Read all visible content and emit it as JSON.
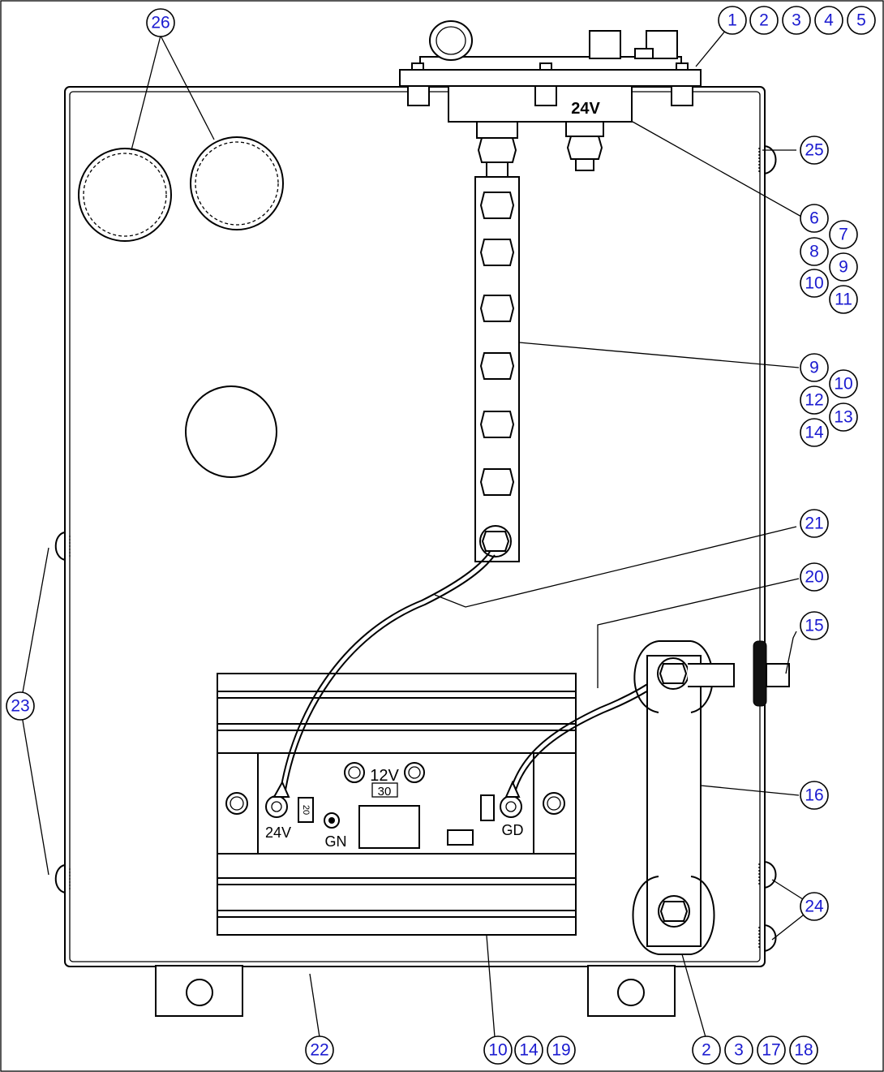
{
  "callouts": {
    "c1": "1",
    "c2": "2",
    "c3": "3",
    "c4": "4",
    "c5": "5",
    "c6": "6",
    "c7": "7",
    "c8": "8",
    "c9": "9",
    "c10": "10",
    "c11": "11",
    "c9b": "9",
    "c10b": "10",
    "c12": "12",
    "c13": "13",
    "c14": "14",
    "c21": "21",
    "c20": "20",
    "c15": "15",
    "c16": "16",
    "c23": "23",
    "c24": "24",
    "c25": "25",
    "c26": "26",
    "c22": "22",
    "c10c": "10",
    "c14c": "14",
    "c19": "19",
    "c2b": "2",
    "c3b": "3",
    "c17": "17",
    "c18": "18"
  },
  "labels": {
    "terminal_voltage": "24V",
    "converter_input": "12V",
    "converter_rating": "30",
    "converter_out_24v": "24V",
    "converter_gn": "GN",
    "converter_gd": "GD",
    "converter_mark": "20"
  }
}
